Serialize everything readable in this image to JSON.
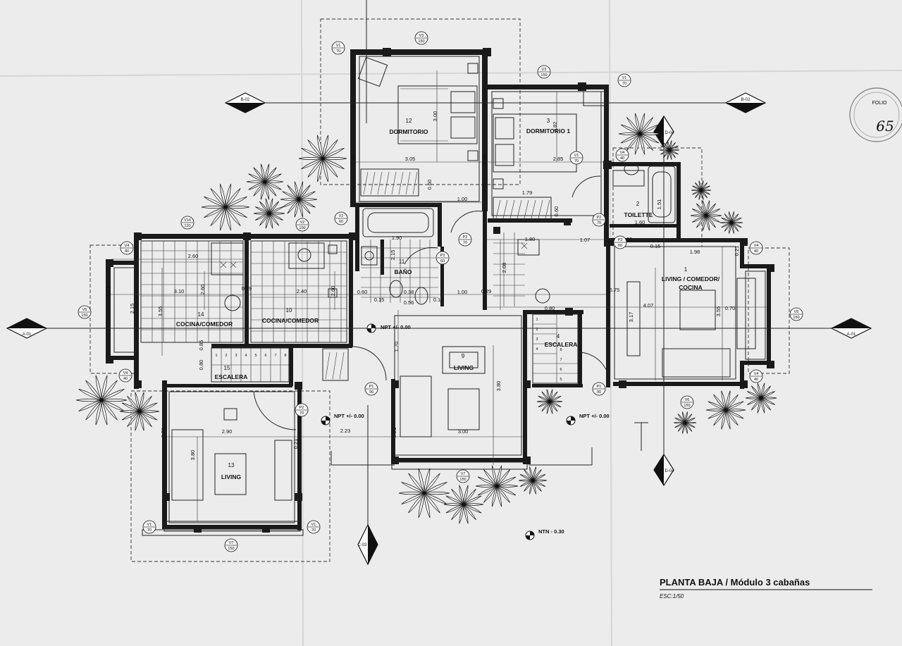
{
  "plan": {
    "title": "PLANTA BAJA / Módulo 3 cabañas",
    "scale": "ESC:1/50"
  },
  "stamp": {
    "label": "FOLIO",
    "number": "65"
  },
  "rooms": [
    {
      "id": "r1",
      "number": "1",
      "name": "LIVING / COMEDOR/",
      "name2": "COCINA"
    },
    {
      "id": "r2",
      "number": "2",
      "name": "TOILETTE"
    },
    {
      "id": "r3",
      "number": "3",
      "name": "DORMITORIO 1"
    },
    {
      "id": "r4",
      "number": "4",
      "name": "ESCALERA"
    },
    {
      "id": "r9",
      "number": "9",
      "name": "LIVING"
    },
    {
      "id": "r10",
      "number": "10",
      "name": "COCINA/COMEDOR"
    },
    {
      "id": "r11",
      "number": "11",
      "name": "BAÑO"
    },
    {
      "id": "r12",
      "number": "12",
      "name": "DORMITORIO"
    },
    {
      "id": "r13",
      "number": "13",
      "name": "LIVING"
    },
    {
      "id": "r14",
      "number": "14",
      "name": "COCINA/COMEDOR"
    },
    {
      "id": "r15",
      "number": "15",
      "name": "ESCALERA"
    }
  ],
  "sections": [
    {
      "letter": "A",
      "ref": "A-01"
    },
    {
      "letter": "B",
      "ref": "B-02"
    },
    {
      "letter": "C",
      "ref": "C-03"
    },
    {
      "letter": "D",
      "ref": "D-04"
    }
  ],
  "levels": [
    {
      "label": "NPT +/- 0.00"
    },
    {
      "label": "NPT +/- 0.00"
    },
    {
      "label": "NPT +/- 0.00"
    },
    {
      "label": "NTN - 0.30"
    }
  ],
  "dimensions": [
    "3.00",
    "3.05",
    "0.21",
    "0.29",
    "2.82",
    "2.85",
    "0.60",
    "1.00",
    "1.79",
    "0.60",
    "1.51",
    "1.60",
    "0.90",
    "0.15",
    "1.90",
    "2.15",
    "1.80",
    "1.07",
    "1.98",
    "0.21",
    "2.60",
    "3.10",
    "2.60",
    "0.29",
    "2.40",
    "2.60",
    "0.60",
    "1.00",
    "0.29",
    "6.75",
    "0.21",
    "3.55",
    "2.15",
    "0.80",
    "4.07",
    "0.70",
    "3.55",
    "3.17",
    "2.08",
    "1.70",
    "0.80",
    "0.85",
    "3.80",
    "2.90",
    "3.80",
    "2.23",
    "0.21",
    "0.21",
    "3.00",
    "0.21",
    "0.15",
    "0.38",
    "0.56",
    "0.15"
  ],
  "openings": [
    {
      "code": "V1",
      "size": "70"
    },
    {
      "code": "V3",
      "size": "150"
    },
    {
      "code": "V3",
      "size": "150"
    },
    {
      "code": "V1",
      "size": "70"
    },
    {
      "code": "V4",
      "size": "40"
    },
    {
      "code": "V16",
      "size": "120"
    },
    {
      "code": "V2",
      "size": "100"
    },
    {
      "code": "V2",
      "size": "60"
    },
    {
      "code": "V4",
      "size": "40"
    },
    {
      "code": "V5",
      "size": "150"
    },
    {
      "code": "V4",
      "size": "40"
    },
    {
      "code": "V4",
      "size": "40"
    },
    {
      "code": "V5",
      "size": "150"
    },
    {
      "code": "V4",
      "size": "40"
    },
    {
      "code": "V6",
      "size": "150"
    },
    {
      "code": "V1",
      "size": "70"
    },
    {
      "code": "V7",
      "size": "150"
    },
    {
      "code": "V1",
      "size": "70"
    },
    {
      "code": "V1",
      "size": "70"
    },
    {
      "code": "V7",
      "size": "150"
    },
    {
      "code": "P2",
      "size": "70"
    },
    {
      "code": "P2",
      "size": "70"
    },
    {
      "code": "P3",
      "size": "60"
    },
    {
      "code": "P3",
      "size": "60"
    },
    {
      "code": "P1",
      "size": "90"
    },
    {
      "code": "P1",
      "size": "90"
    },
    {
      "code": "P2",
      "size": "70"
    }
  ],
  "stair_steps_15": [
    "1",
    "2",
    "3",
    "4",
    "5",
    "6",
    "7",
    "8"
  ],
  "stair_steps_4": [
    "1",
    "2",
    "3",
    "4",
    "5",
    "6",
    "7",
    "8"
  ]
}
